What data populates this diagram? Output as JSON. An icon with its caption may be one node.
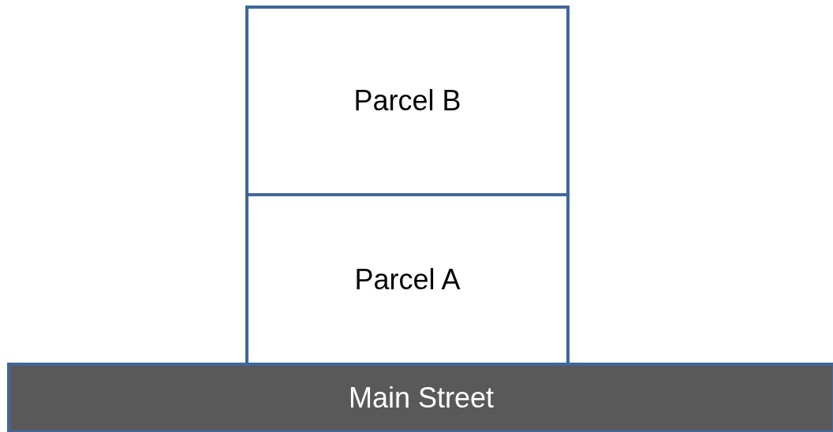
{
  "diagram": {
    "nodes": [
      {
        "text": [
          "Parcel B"
        ]
      },
      {
        "text": [
          "Parcel A"
        ]
      },
      {
        "text": [
          "Main Street"
        ]
      }
    ]
  }
}
